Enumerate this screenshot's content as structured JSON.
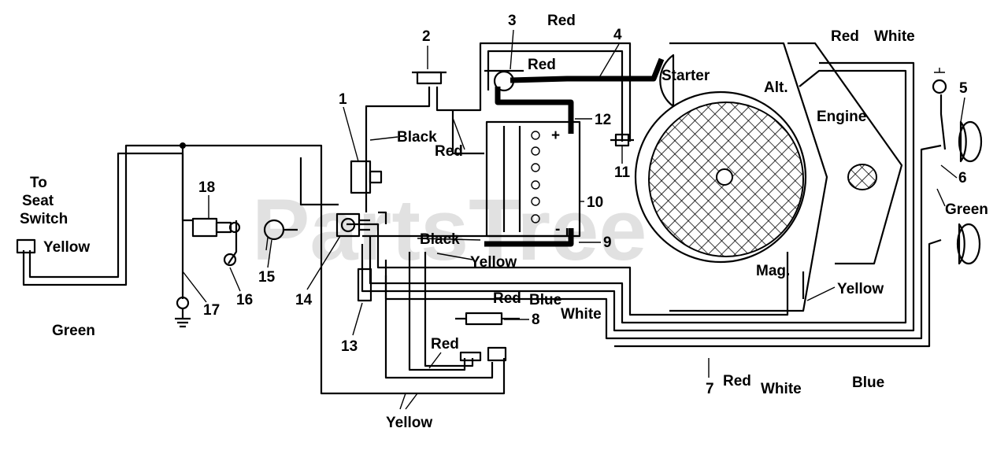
{
  "watermark": "PartsTree",
  "labels": {
    "to_seat_switch": [
      "To",
      "Seat",
      "Switch"
    ],
    "yellow_left": "Yellow",
    "green_left": "Green",
    "black_top": "Black",
    "red_top_mid": "Red",
    "red_top": "Red",
    "red_starter": "Red",
    "starter": "Starter",
    "red_top_right": "Red",
    "white_top_right": "White",
    "alt": "Alt.",
    "engine": "Engine",
    "green_right": "Green",
    "black_mid": "Black",
    "yellow_mid": "Yellow",
    "red_mid": "Red",
    "blue_mid": "Blue",
    "white_mid": "White",
    "mag": "Mag.",
    "yellow_mag": "Yellow",
    "red_lower": "Red",
    "red_bottom": "Red",
    "white_bottom": "White",
    "blue_bottom": "Blue",
    "yellow_bottom": "Yellow",
    "plus": "+",
    "minus": "-"
  },
  "callouts": [
    "1",
    "2",
    "3",
    "4",
    "5",
    "6",
    "7",
    "8",
    "9",
    "10",
    "11",
    "12",
    "13",
    "14",
    "15",
    "16",
    "17",
    "18"
  ]
}
